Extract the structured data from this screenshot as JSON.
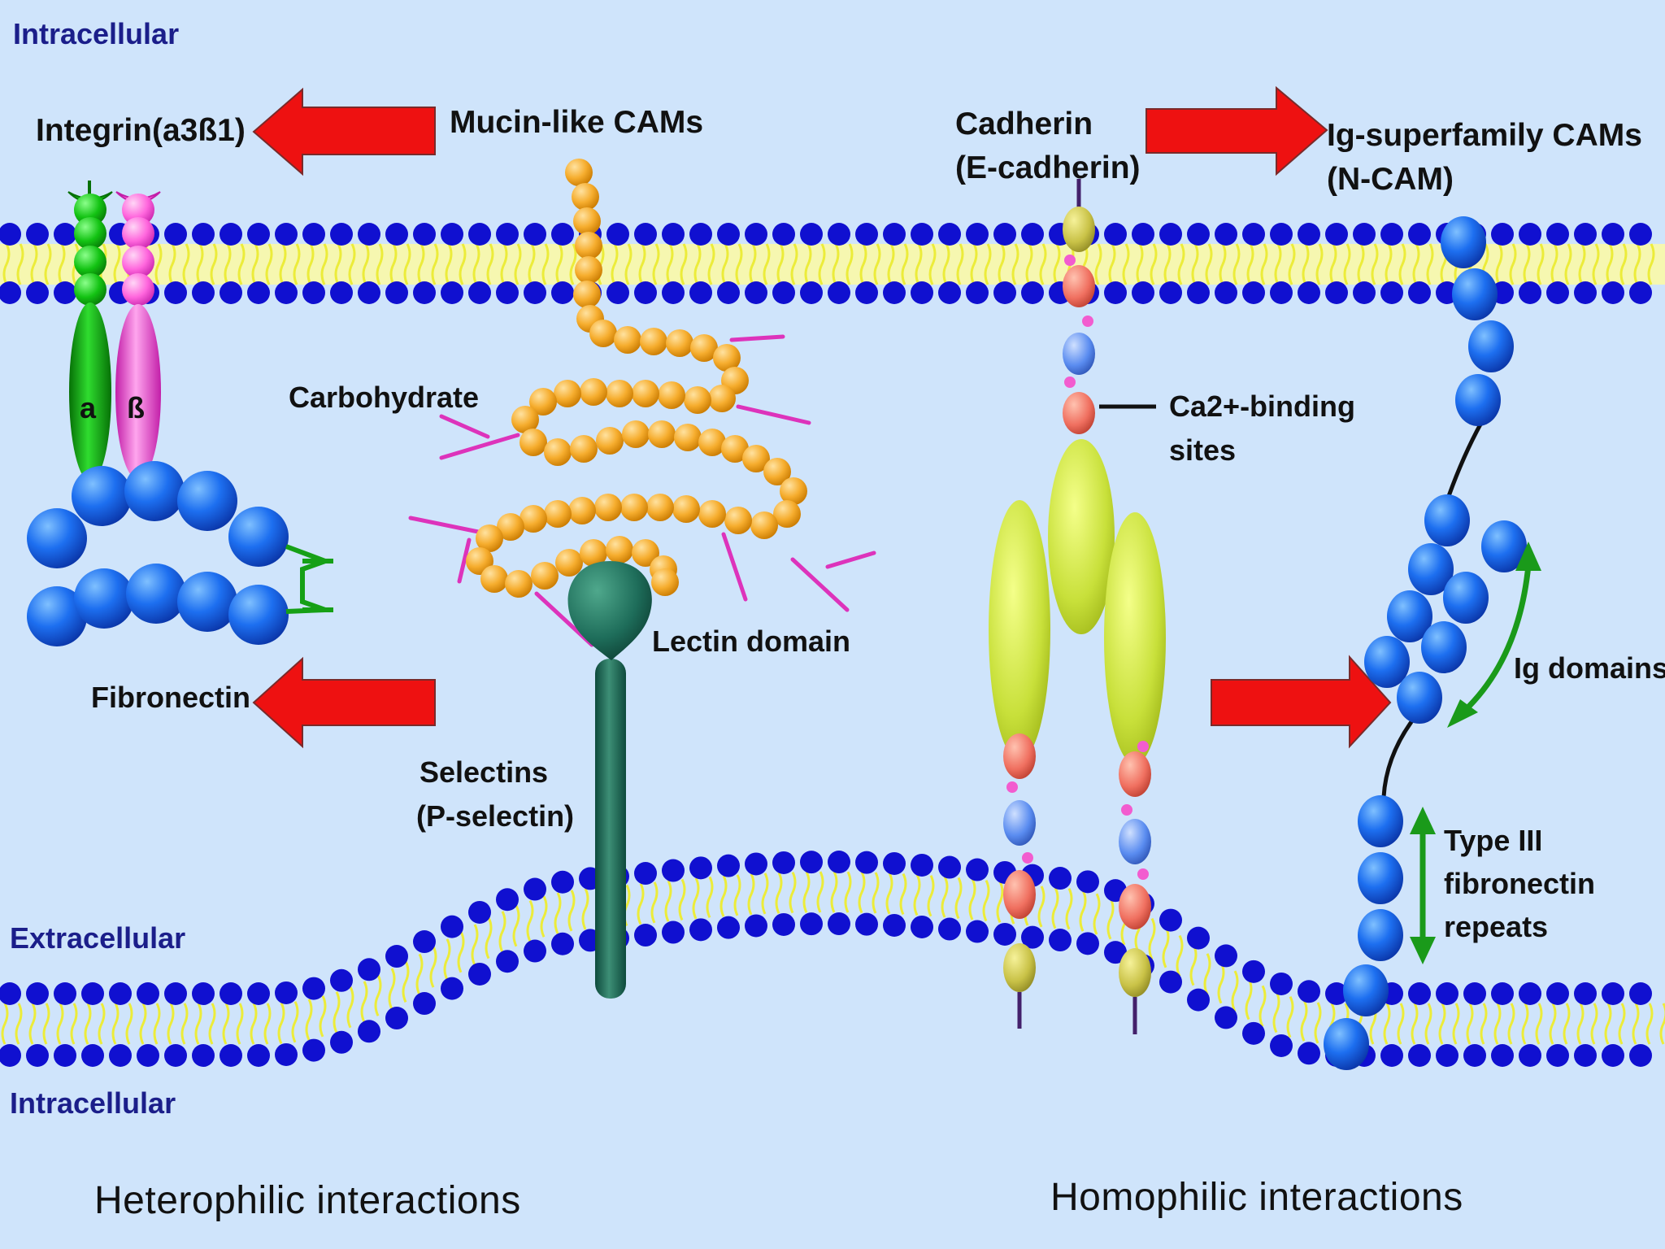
{
  "regions": {
    "top": "Intracellular",
    "middle": "Extracellular",
    "bottom": "Intracellular"
  },
  "labels": {
    "integrin": "Integrin(a3ß1)",
    "alpha": "a",
    "beta": "ß",
    "mucin": "Mucin-like CAMs",
    "carbohydrate": "Carbohydrate",
    "fibronectin": "Fibronectin",
    "lectin": "Lectin domain",
    "selectins_1": "Selectins",
    "selectins_2": "(P-selectin)",
    "cadherin_1": "Cadherin",
    "cadherin_2": "(E-cadherin)",
    "ca_binding_1": "Ca2+-binding",
    "ca_binding_2": "sites",
    "igsf_1": "Ig-superfamily CAMs",
    "igsf_2": "(N-CAM)",
    "ig_domains": "Ig domains",
    "type3_1": "Type III",
    "type3_2": "fibronectin",
    "type3_3": "repeats"
  },
  "footer": {
    "heterophilic": "Heterophilic interactions",
    "homophilic": "Homophilic interactions"
  },
  "colors": {
    "background": "#cfe4fb",
    "lipid_head": "#1010d0",
    "lipid_tail": "#ecec3a",
    "arrow": "#ee1111",
    "integrin_alpha": "#11bb11",
    "integrin_beta": "#ff66dd",
    "mucin_bead": "#f6ad2e",
    "carbohydrate": "#dd33bb",
    "selectin": "#1e6d5a",
    "cadherin_domain": "#c8e03a",
    "ncam_domain": "#1a66ee",
    "ig_arrow": "#1a9a1a"
  }
}
